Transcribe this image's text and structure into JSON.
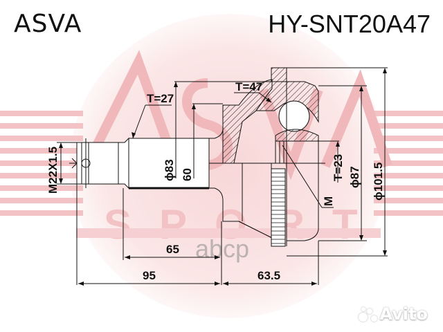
{
  "header": {
    "brand": "ASVA",
    "part_number": "HY-SNT20A47"
  },
  "watermarks": {
    "background_logo_top": "ASVA",
    "background_logo_bottom": "SPORT",
    "overlay_text": "abcp",
    "corner_logo": "Avito",
    "background_color": "#f6d0d2"
  },
  "dimensions": {
    "thread": "M22X1.5",
    "shaft_teeth": "T=27",
    "housing_teeth": "T=47",
    "abs_teeth": "T=23",
    "shaft_dia_83": "ϕ83",
    "shaft_dia_60": "60",
    "seal_dia": "ϕ87",
    "outer_dia": "ϕ101.5",
    "marker": "M",
    "length_65": "65",
    "length_95": "95",
    "length_63_5": "63.5"
  }
}
